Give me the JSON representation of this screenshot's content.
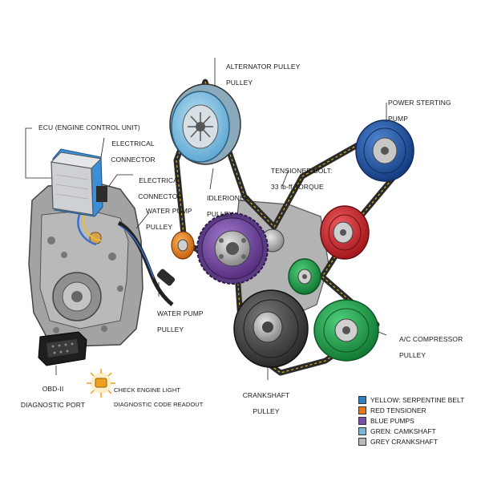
{
  "labels": {
    "ecu": "ECU (ENGINE CONTROL UNIT)",
    "electrical_connector_1": [
      "ELECTRICAL",
      "CONNECTOR"
    ],
    "electrical_connector_2": [
      "ELECTRICAL",
      "CONNECTOR"
    ],
    "water_pump_pulley_upper": [
      "WATER PUMP",
      "PULLEY"
    ],
    "water_pump_pulley_lower": [
      "WATER PUMP",
      "PULLEY"
    ],
    "alternator_pulley": [
      "ALTERNATOR PULLEY",
      "PULLEY"
    ],
    "idler_pulley": [
      "IDLERIONER",
      "PULLEY"
    ],
    "power_steering_pump": [
      "POWER STERTING",
      "PUMP"
    ],
    "tensioner_bolt": [
      "TENSIONER BOLT:",
      "33 lb-ff TORQUE"
    ],
    "ac_compressor_pulley": [
      "A/C COMPRESSOR",
      "PULLEY"
    ],
    "crankshaft_pulley": [
      "CRANKSHAFT",
      "PULLEY"
    ],
    "obd_port": [
      "OBD-II",
      "DIAGNOSTIC PORT"
    ],
    "check_engine": [
      "CHECK ENGINE LIGHT",
      "DIAGNOSTIC CODE READOUT"
    ]
  },
  "legend": [
    {
      "text": "YELLOW: SERPENTINE BELT",
      "color": "#2f7fc4"
    },
    {
      "text": "RED TENSIONER",
      "color": "#e07a1f"
    },
    {
      "text": "BLUE PUMPS",
      "color": "#7a4fa8"
    },
    {
      "text": "GREN: CAMKSHAFT",
      "color": "#7fb5d6"
    },
    {
      "text": "GREY CRANKSHAFT",
      "color": "#b8b8b8"
    }
  ],
  "colors": {
    "alternator": "#7fbfe0",
    "power_steering": "#1e4f9c",
    "tensioner": "#d8252b",
    "camshaft_small": "#1fa84a",
    "ac_compressor": "#1f9a48",
    "water_pump": "#e8821e",
    "cam_gear": "#7a4fa8",
    "crankshaft": "#4a4a4a",
    "belt": "#2a2a2a",
    "belt_accent": "#d9b51e",
    "engine": "#9a9a9a",
    "ecu": "#c9ccd0",
    "ecu_trim": "#3a8fd6",
    "check_light": "#f0a020"
  }
}
